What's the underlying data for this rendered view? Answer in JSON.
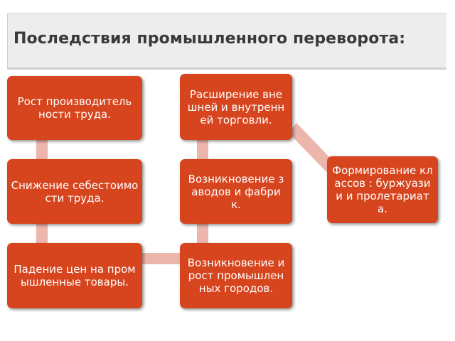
{
  "title": "Последствия промышленного переворота:",
  "nodes": [
    {
      "id": "b1",
      "label": "Рост производительности труда."
    },
    {
      "id": "b2",
      "label": "Снижение себестоимости труда."
    },
    {
      "id": "b3",
      "label": "Падение цен на промышленные товары."
    },
    {
      "id": "b4",
      "label": "Расширение внешней и внутренней торговли."
    },
    {
      "id": "b5",
      "label": "Возникновение заводов и фабрик."
    },
    {
      "id": "b6",
      "label": "Возникновение и рост промышленных городов."
    },
    {
      "id": "b7",
      "label": "Формирование классов : буржуазии и пролетариата."
    }
  ],
  "edges": [
    [
      "b1",
      "b2"
    ],
    [
      "b2",
      "b3"
    ],
    [
      "b3",
      "b6"
    ],
    [
      "b6",
      "b5"
    ],
    [
      "b5",
      "b4"
    ],
    [
      "b4",
      "b7"
    ]
  ],
  "colors": {
    "box": "#d6451e",
    "box_text": "#ffffff",
    "connector": "#edb6ad",
    "title_bg": "#ededed",
    "title_text": "#3a3a3a"
  }
}
